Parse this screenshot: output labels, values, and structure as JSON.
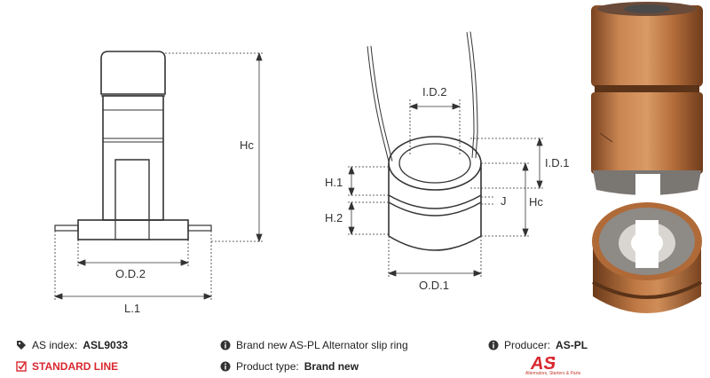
{
  "dimensions": {
    "hc_left": "Hc",
    "od2": "O.D.2",
    "l1": "L.1",
    "id2": "I.D.2",
    "id1": "I.D.1",
    "h1": "H.1",
    "h2": "H.2",
    "j": "J",
    "hc_right": "Hc",
    "od1": "O.D.1"
  },
  "info": {
    "as_index_label": "AS index:",
    "as_index_value": "ASL9033",
    "standard_line": "STANDARD LINE",
    "description": "Brand new AS-PL Alternator slip ring",
    "product_type_label": "Product type:",
    "product_type_value": "Brand new",
    "producer_label": "Producer:",
    "producer_value": "AS-PL"
  },
  "logo": {
    "text": "AS",
    "tagline": "Alternators, Starters & Parts"
  },
  "colors": {
    "accent": "#d9282f",
    "copper": "#b8703e",
    "line": "#333333"
  },
  "icons": [
    "tag-icon",
    "checkbox-icon",
    "info-icon",
    "as-pl-logo"
  ]
}
